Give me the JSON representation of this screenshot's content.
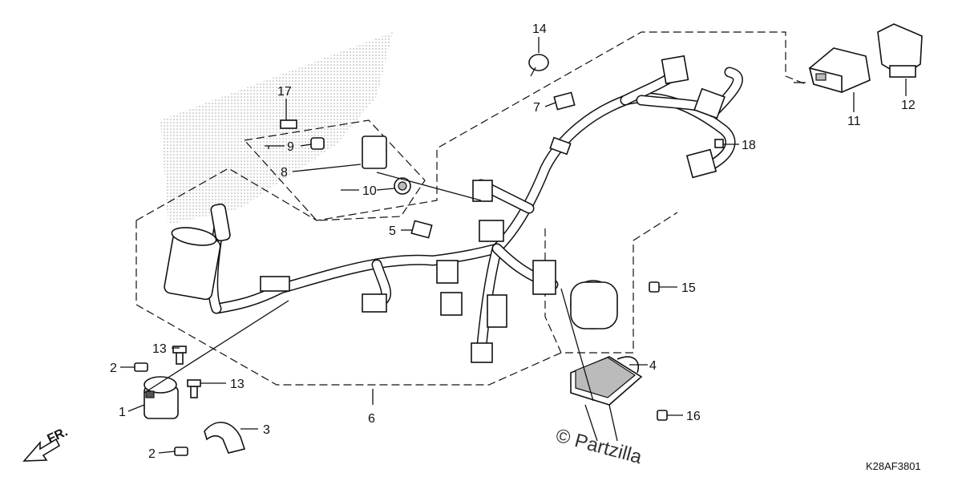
{
  "callouts": {
    "c1": "1",
    "c2a": "2",
    "c2b": "2",
    "c3": "3",
    "c4": "4",
    "c5": "5",
    "c6": "6",
    "c7": "7",
    "c8": "8",
    "c9": "9",
    "c10": "10",
    "c11": "11",
    "c12": "12",
    "c13a": "13",
    "c13b": "13",
    "c14": "14",
    "c15": "15",
    "c16": "16",
    "c17": "17",
    "c18": "18"
  },
  "direction_label": "FR.",
  "watermark": "© Partzilla",
  "diagram_code": "K28AF3801",
  "icons": {
    "direction": "arrow-left-down-icon"
  }
}
